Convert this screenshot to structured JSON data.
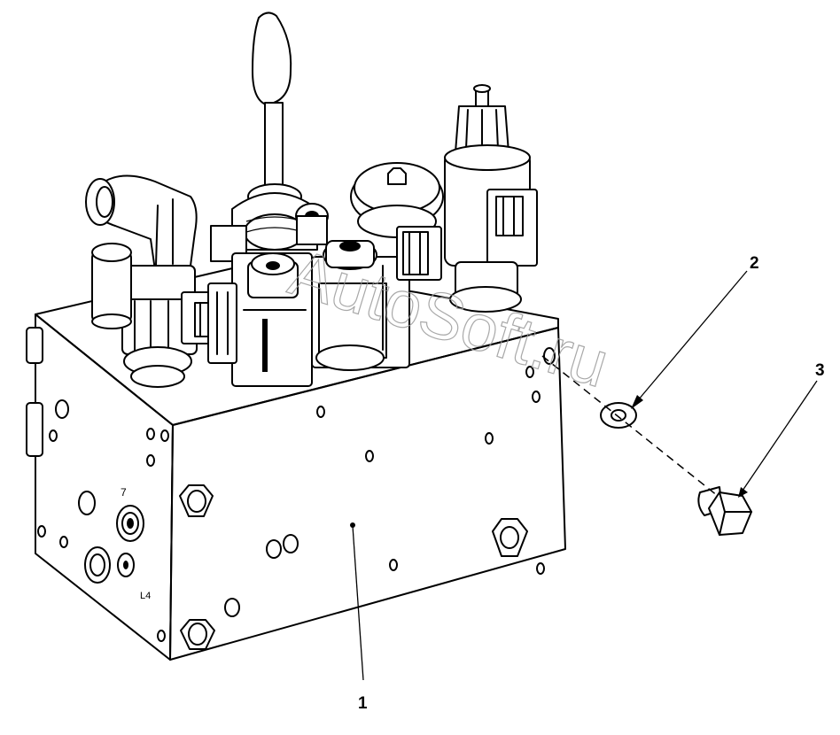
{
  "diagram": {
    "callouts": [
      {
        "id": "part-1",
        "label": "1"
      },
      {
        "id": "part-2",
        "label": "2"
      },
      {
        "id": "part-3",
        "label": "3"
      }
    ],
    "port_marks": [
      "7",
      "L4"
    ],
    "watermark": "AutoSoft.ru"
  },
  "colors": {
    "line": "#000000",
    "background": "#ffffff",
    "watermark": "#9a9a9a"
  }
}
